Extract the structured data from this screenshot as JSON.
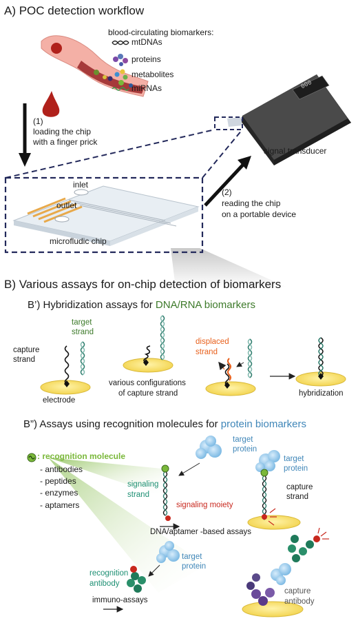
{
  "section_a": {
    "title": "A) POC detection workflow",
    "biomarkers_heading": "blood-circulating biomarkers:",
    "biomarkers": [
      "mtDNAs",
      "proteins",
      "metabolites",
      "miRNAs"
    ],
    "step1_num": "(1)",
    "step1_line1": "loading the chip",
    "step1_line2": "with a finger prick",
    "inlet": "inlet",
    "outlet": "outlet",
    "chip": "microfludic chip",
    "device_display": "000",
    "transducer": "signal transducer",
    "step2_num": "(2)",
    "step2_line1": "reading the chip",
    "step2_line2": "on a portable device"
  },
  "section_b": {
    "title": "B)  Various assays for on-chip detection of biomarkers",
    "bprime": {
      "prefix": "B’)  Hybridization assays for ",
      "highlight": "DNA/RNA biomarkers",
      "target_line1": "target",
      "target_line2": "strand",
      "capture_line1": "capture",
      "capture_line2": "strand",
      "electrode": "electrode",
      "configs_line1": "various configurations",
      "configs_line2": "of capture strand",
      "displaced_line1": "displaced",
      "displaced_line2": "strand",
      "hybridization": "hybridization"
    },
    "bdouble": {
      "prefix": "B”)  Assays using recognition molecules for ",
      "highlight": "protein biomarkers",
      "recognition_label": ": recognition molecule",
      "list": [
        "- antibodies",
        "- peptides",
        "- enzymes",
        "- aptamers"
      ],
      "target_protein_1_line1": "target",
      "target_protein_1_line2": "protein",
      "target_protein_2_line1": "target",
      "target_protein_2_line2": "protein",
      "signaling_line1": "signaling",
      "signaling_line2": "strand",
      "signaling_moiety": "signaling moiety",
      "capture_line1": "capture",
      "capture_line2": "strand",
      "aptamer_assays": "DNA/aptamer -based assays",
      "target_protein_3_line1": "target",
      "target_protein_3_line2": "protein",
      "recog_ab_line1": "recognition",
      "recog_ab_line2": "antibody",
      "immuno": "immuno-assays",
      "capture_ab_line1": "capture",
      "capture_ab_line2": "antibody"
    }
  }
}
